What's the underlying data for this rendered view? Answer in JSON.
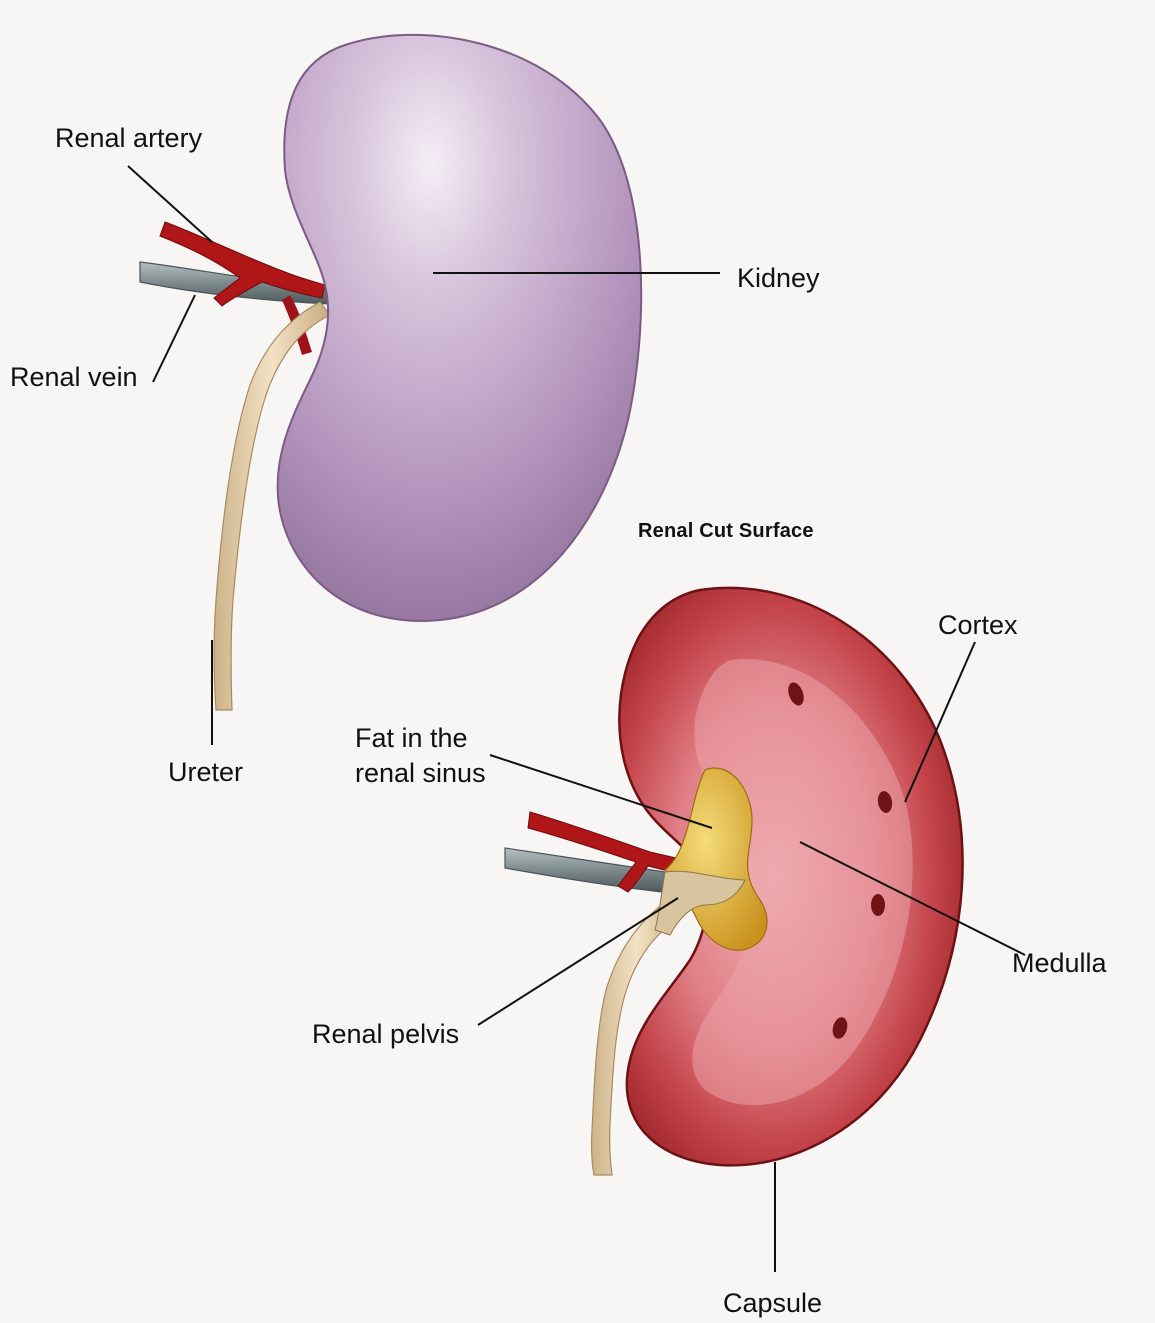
{
  "figure": {
    "section_title": "Renal Cut Surface",
    "labels": {
      "renal_artery": "Renal artery",
      "renal_vein": "Renal vein",
      "kidney": "Kidney",
      "ureter": "Ureter",
      "cortex": "Cortex",
      "fat_line1": "Fat in the",
      "fat_line2": "renal sinus",
      "medulla": "Medulla",
      "renal_pelvis": "Renal pelvis",
      "capsule": "Capsule"
    }
  },
  "colors": {
    "background": "#f7f6f4",
    "kidney_surface": "#b9a0c4",
    "artery": "#b3161b",
    "vein": "#7f8a8c",
    "ureter": "#e6cfa8",
    "cortex": "#a8201f",
    "medulla": "#e48a90",
    "fat": "#e6b83a"
  }
}
